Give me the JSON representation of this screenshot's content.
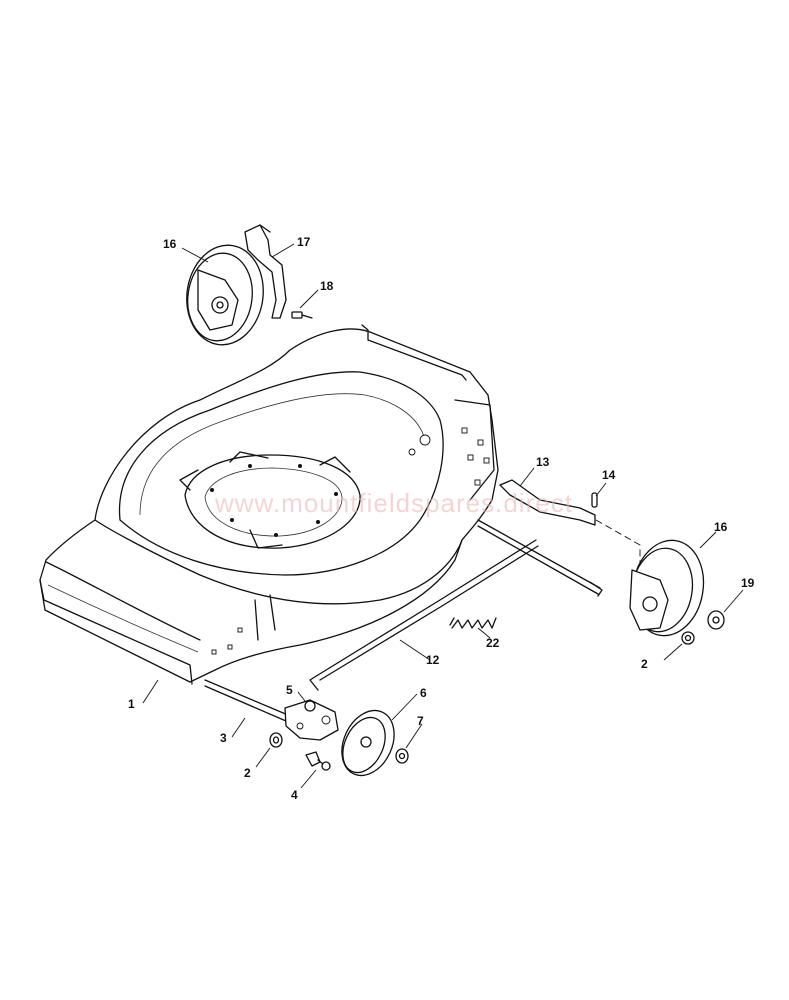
{
  "watermark": "www.mountfieldspares.direct",
  "parts": [
    {
      "id": "p1",
      "number": "1"
    },
    {
      "id": "p2a",
      "number": "2"
    },
    {
      "id": "p2b",
      "number": "2"
    },
    {
      "id": "p3",
      "number": "3"
    },
    {
      "id": "p4",
      "number": "4"
    },
    {
      "id": "p5",
      "number": "5"
    },
    {
      "id": "p6",
      "number": "6"
    },
    {
      "id": "p7",
      "number": "7"
    },
    {
      "id": "p12",
      "number": "12"
    },
    {
      "id": "p13",
      "number": "13"
    },
    {
      "id": "p14",
      "number": "14"
    },
    {
      "id": "p16a",
      "number": "16"
    },
    {
      "id": "p16b",
      "number": "16"
    },
    {
      "id": "p17",
      "number": "17"
    },
    {
      "id": "p18",
      "number": "18"
    },
    {
      "id": "p19",
      "number": "19"
    },
    {
      "id": "p22",
      "number": "22"
    }
  ]
}
